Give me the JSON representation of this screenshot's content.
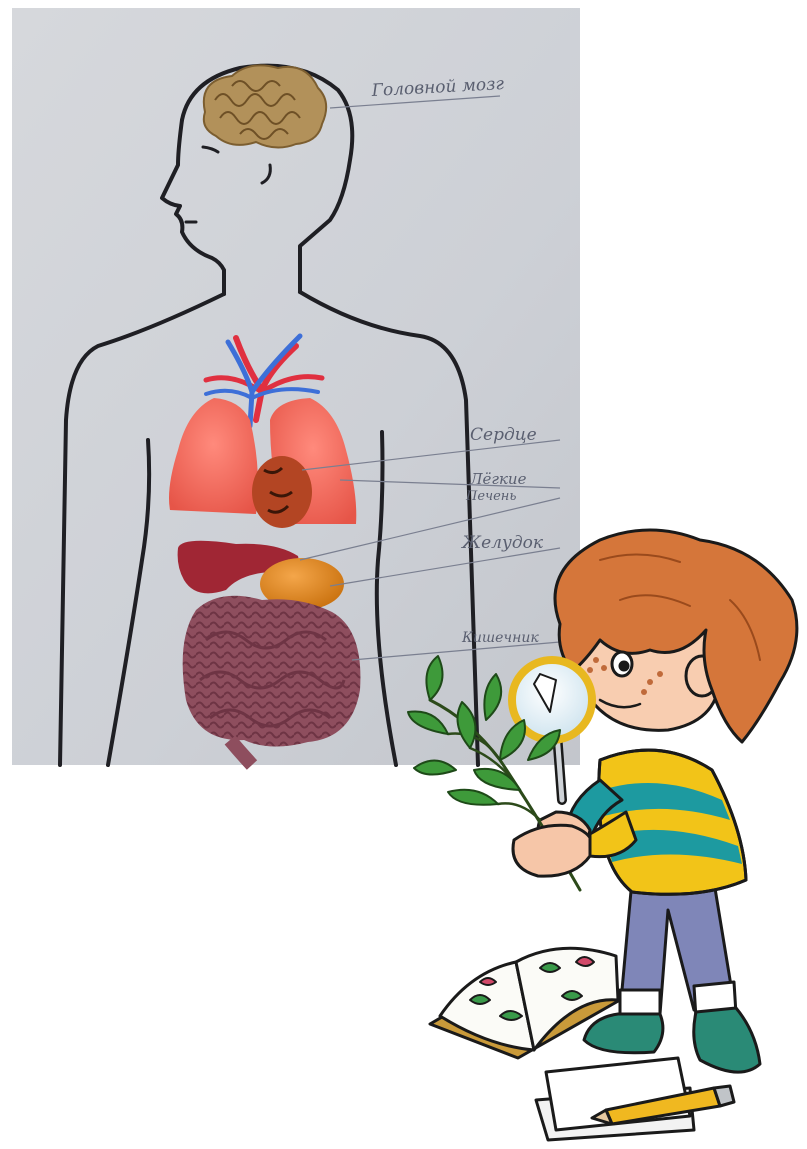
{
  "labels": {
    "brain": "Головной мозг",
    "heart": "Сердце",
    "lungs": "Лёгкие",
    "liver": "Печень",
    "stomach": "Желудок",
    "intestine": "Кишечник"
  },
  "colors": {
    "paper": "#cfd2d7",
    "outline": "#1f1f24",
    "lungs": "#f06a5e",
    "heart": "#b34523",
    "liver": "#a02634",
    "stomach": "#e08a1c",
    "intestine": "#8a4a5a",
    "artery": "#e03040",
    "vein": "#3d6fd8",
    "brain": "#a8864a"
  },
  "icons": [
    "magnifying-glass-icon",
    "plant-sprig-icon",
    "open-book-icon",
    "pencil-icon"
  ]
}
